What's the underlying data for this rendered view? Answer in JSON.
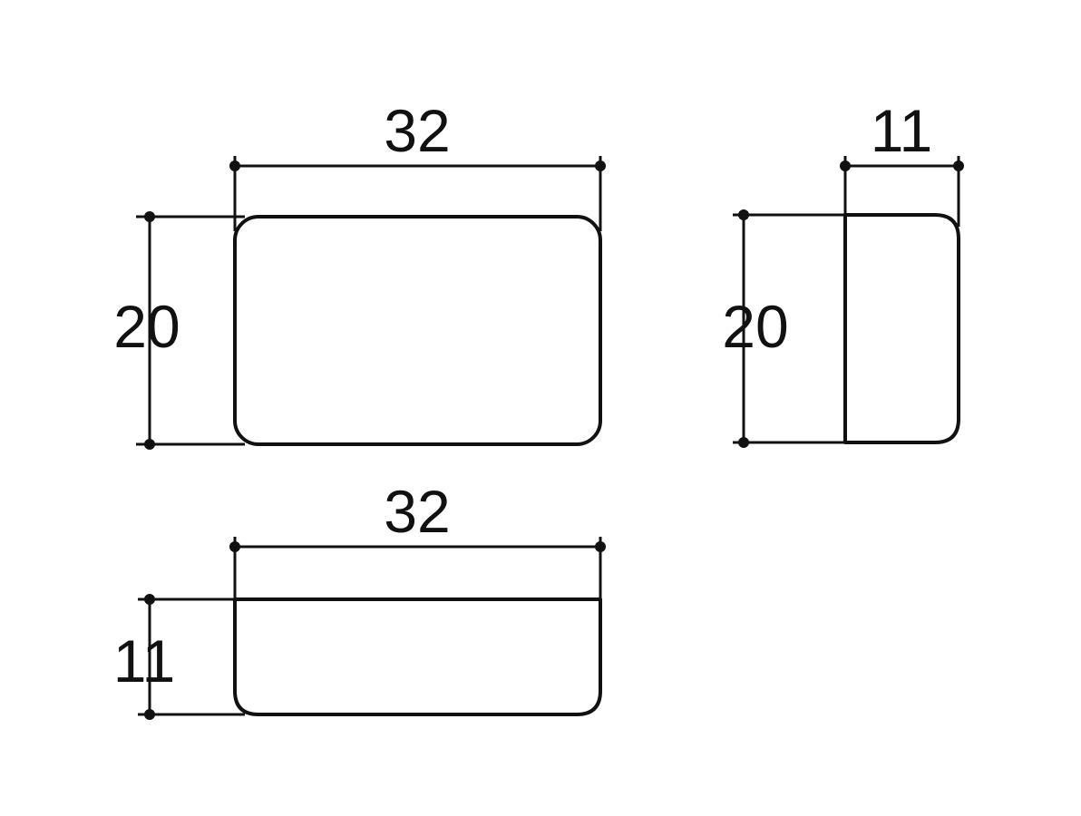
{
  "colors": {
    "line": "#111111",
    "background": "#ffffff"
  },
  "views": {
    "top": {
      "width_label": "32",
      "height_label": "20"
    },
    "side": {
      "width_label": "11",
      "height_label": "20"
    },
    "front": {
      "width_label": "32",
      "height_label": "11"
    }
  }
}
